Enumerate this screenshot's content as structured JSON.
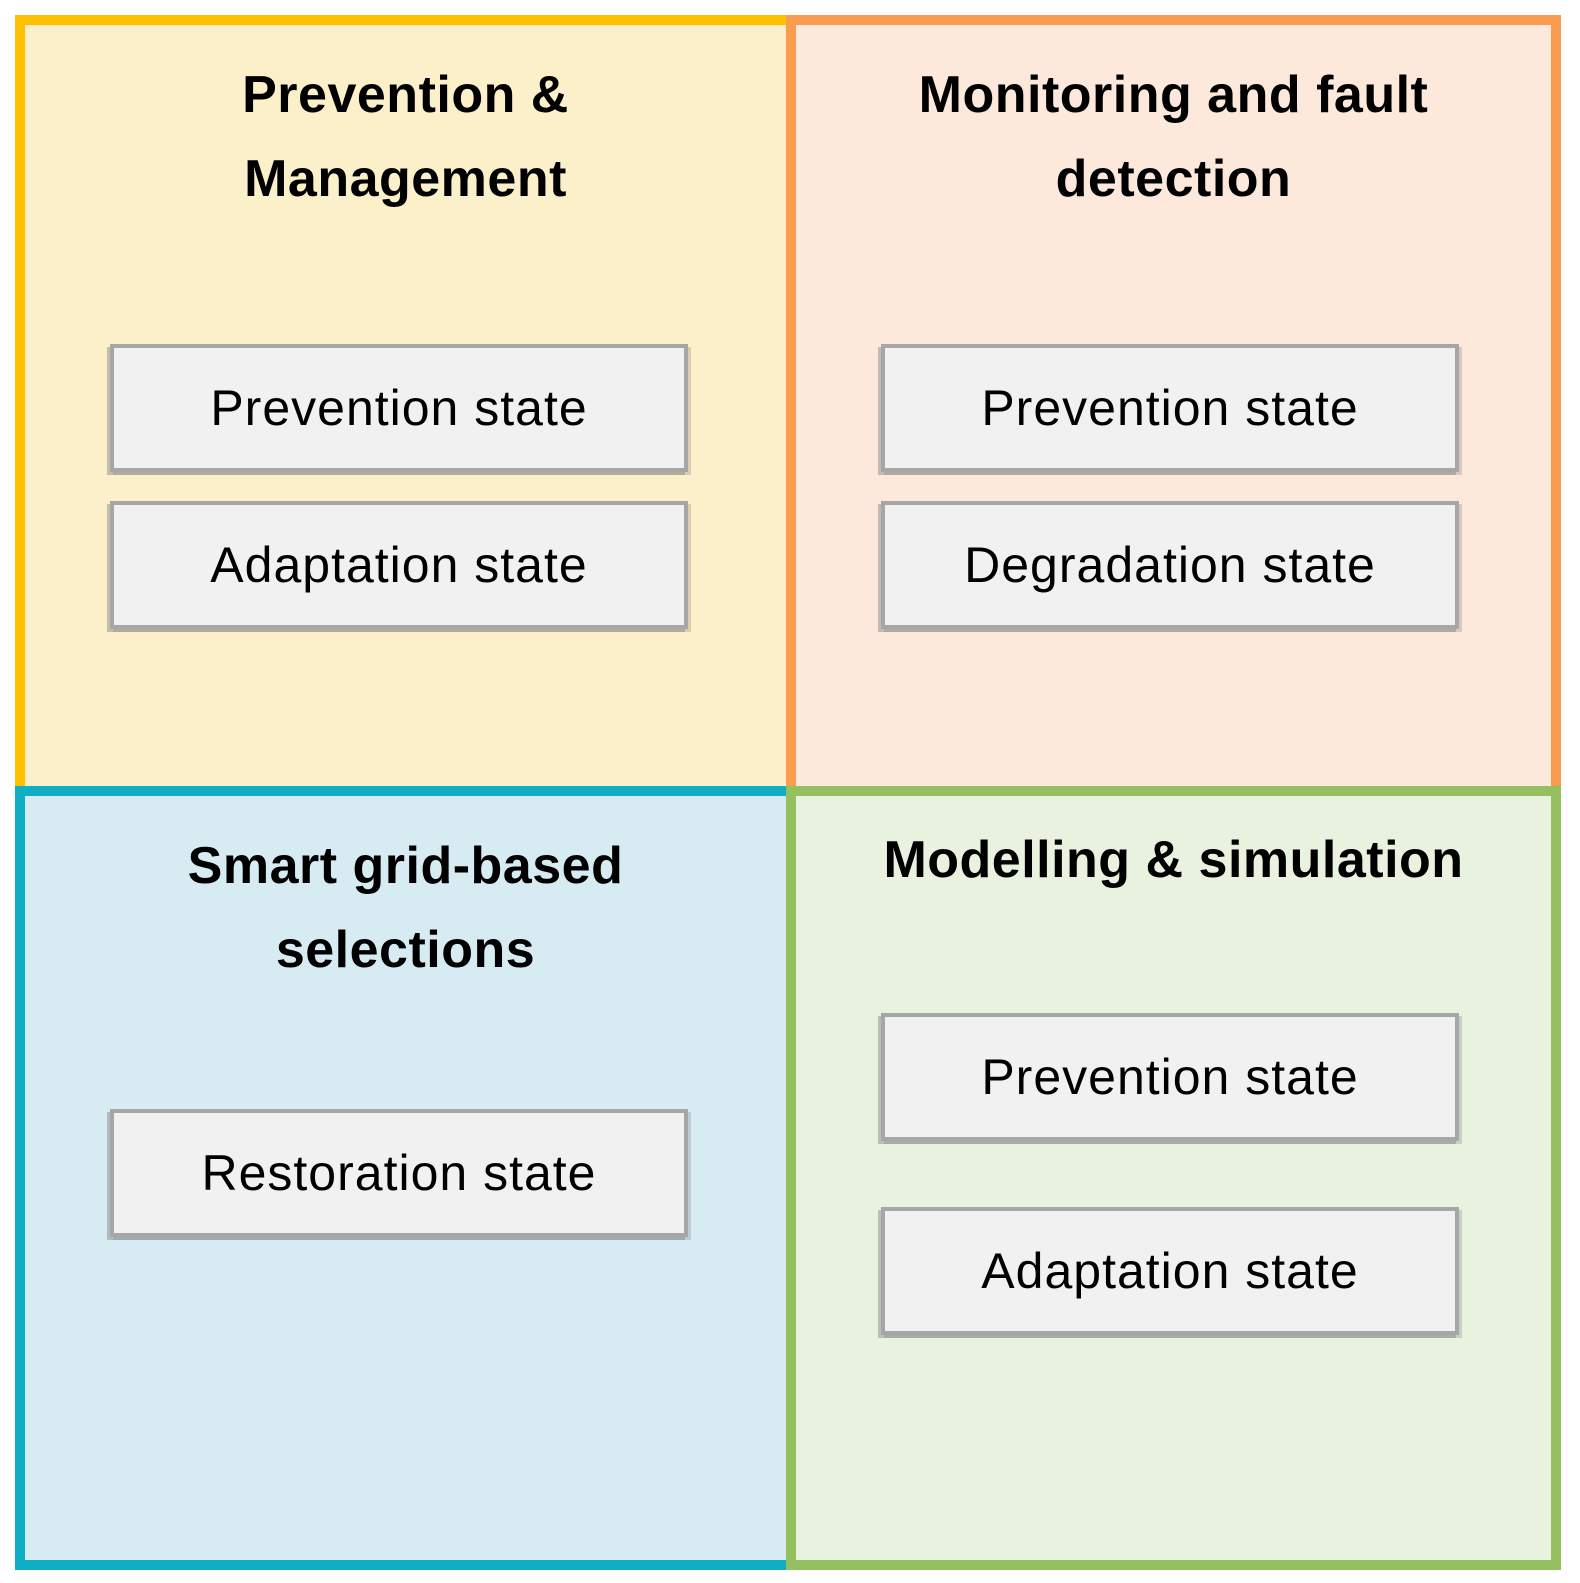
{
  "diagram": {
    "quadrants": [
      {
        "name": "prevention-management",
        "title_lines": [
          "Prevention &",
          "Management"
        ],
        "border_color": "#FFC000",
        "fill_color": "#FCF0CB",
        "states": [
          "Prevention state",
          "Adaptation state"
        ]
      },
      {
        "name": "monitoring-fault-detection",
        "title_lines": [
          "Monitoring and fault",
          "detection"
        ],
        "border_color": "#FA9C50",
        "fill_color": "#FCE9DC",
        "states": [
          "Prevention state",
          "Degradation state"
        ]
      },
      {
        "name": "smart-grid-based-selections",
        "title_lines": [
          "Smart grid-based",
          "selections"
        ],
        "border_color": "#0FAEC5",
        "fill_color": "#D6ECF2",
        "states": [
          "Restoration state"
        ]
      },
      {
        "name": "modelling-simulation",
        "title_lines": [
          "Modelling & simulation"
        ],
        "border_color": "#94C05F",
        "fill_color": "#E9F1DF",
        "states": [
          "Prevention state",
          "Adaptation state"
        ]
      }
    ],
    "state_box": {
      "fill_color": "#F1F1F1",
      "border_color": "#A6A6A6",
      "text_color": "#000000"
    }
  }
}
